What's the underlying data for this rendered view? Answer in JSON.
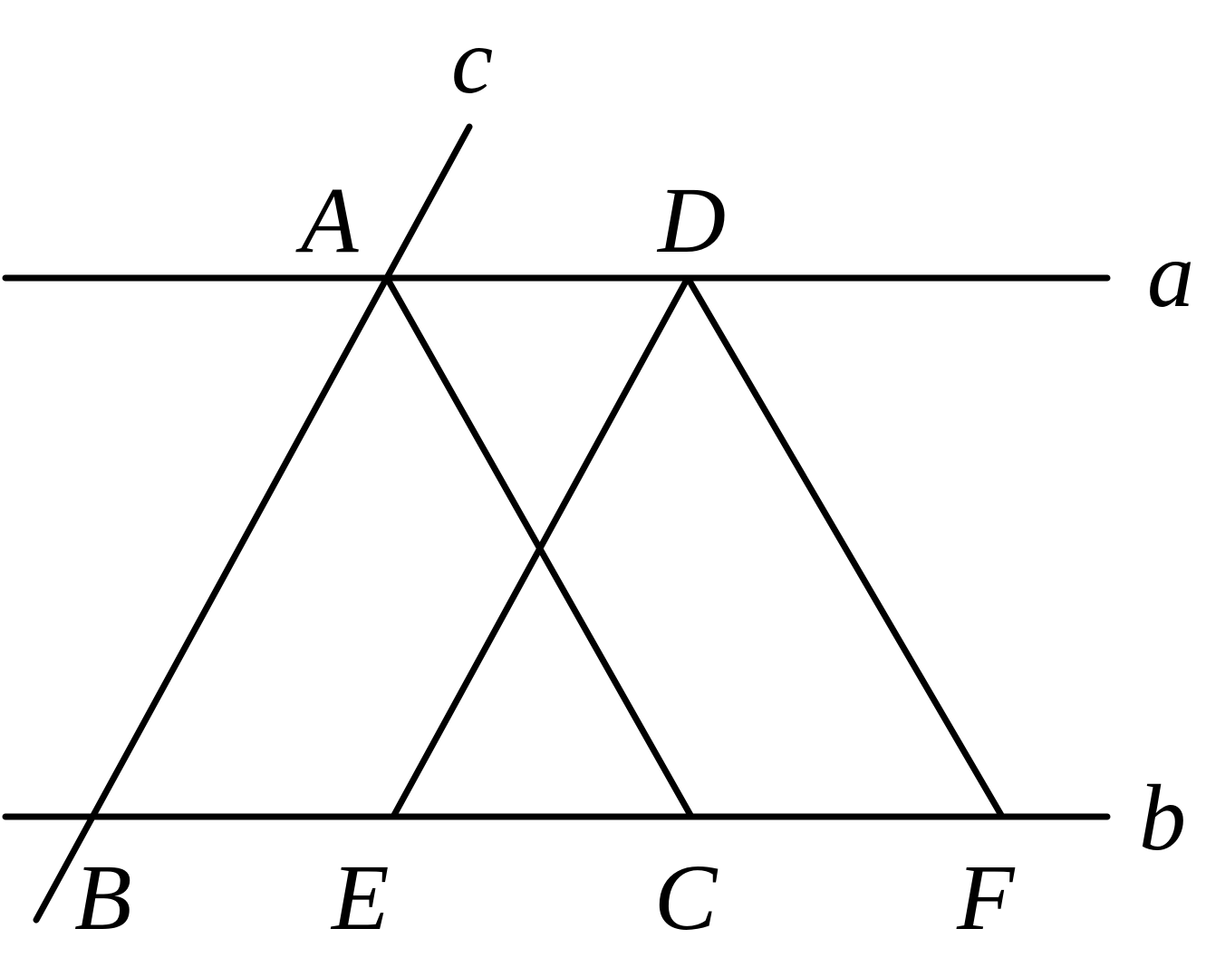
{
  "figure": {
    "line_labels": {
      "a": "a",
      "b": "b",
      "c": "c"
    },
    "point_labels": {
      "A": "A",
      "B": "B",
      "C": "C",
      "D": "D",
      "E": "E",
      "F": "F"
    },
    "line_color": "#000000",
    "background": "#ffffff"
  }
}
